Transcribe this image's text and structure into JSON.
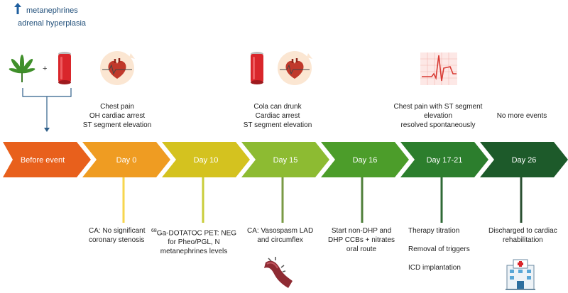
{
  "header": {
    "arrow_icon": "up-arrow-icon",
    "line1": "metanephrines",
    "line2": "adrenal hyperplasia"
  },
  "timeline": [
    {
      "label": "Before event",
      "color": "#e8601c"
    },
    {
      "label": "Day 0",
      "color": "#ef9c22"
    },
    {
      "label": "Day 10",
      "color": "#d4c21f"
    },
    {
      "label": "Day 15",
      "color": "#8dbb32"
    },
    {
      "label": "Day 16",
      "color": "#4c9d2a"
    },
    {
      "label": "Day 17-21",
      "color": "#2c7e2d"
    },
    {
      "label": "Day 26",
      "color": "#1d5a2a"
    }
  ],
  "stem_colors": [
    "#f7d64e",
    "#c9cd3a",
    "#7a9a45",
    "#4f7f3a",
    "#2f6a36",
    "#2a4f30"
  ],
  "events_above": [
    {
      "lines": [
        "Chest pain",
        "OH cardiac arrest",
        "ST segment elevation"
      ]
    },
    {
      "lines": [
        "Cola can drunk",
        "Cardiac arrest",
        "ST segment elevation"
      ]
    },
    {
      "lines": [
        "Chest pain with ST segment",
        "elevation",
        "resolved spontaneously"
      ]
    },
    {
      "lines": [
        "No more events"
      ]
    }
  ],
  "events_below": [
    {
      "lines": [
        "CA: No significant",
        "coronary stenosis"
      ]
    },
    {
      "sup": "68",
      "lines": [
        "Ga-DOTATOC PET: NEG",
        "for Pheo/PGL, N",
        "metanephrines levels"
      ]
    },
    {
      "lines": [
        "CA: Vasospasm LAD",
        "and circumflex"
      ]
    },
    {
      "lines": [
        "Start non-DHP and",
        "DHP CCBs + nitrates",
        "oral route"
      ]
    },
    {
      "lines": [
        "Therapy titration",
        "Removal of triggers",
        "ICD implantation"
      ]
    },
    {
      "lines": [
        "Discharged to cardiac",
        "rehabilitation"
      ]
    }
  ],
  "icons": [
    "cannabis-leaf-icon",
    "plus-icon",
    "cola-can-icon",
    "heart-icon",
    "ecg-strip-icon",
    "artery-vasospasm-icon",
    "hospital-icon"
  ]
}
